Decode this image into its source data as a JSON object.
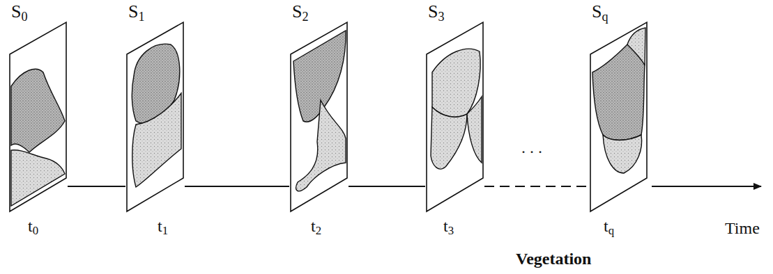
{
  "diagram": {
    "nodes": [
      {
        "text": [
          "S0"
        ]
      },
      {
        "text": [
          "S1"
        ]
      },
      {
        "text": [
          "S2"
        ]
      },
      {
        "text": [
          "S3"
        ]
      },
      {
        "text": [
          "Sq"
        ]
      }
    ],
    "edges": [
      {
        "from": 0,
        "to": 1,
        "arrow": "none"
      },
      {
        "from": 1,
        "to": 2,
        "arrow": "none"
      },
      {
        "from": 2,
        "to": 3,
        "arrow": "none"
      },
      {
        "from": 3,
        "to": 4,
        "arrow": "none"
      }
    ],
    "labels": [
      "t0",
      "t1",
      "t2",
      "t3",
      "...",
      "tq",
      "Time",
      "Vegetation"
    ]
  }
}
